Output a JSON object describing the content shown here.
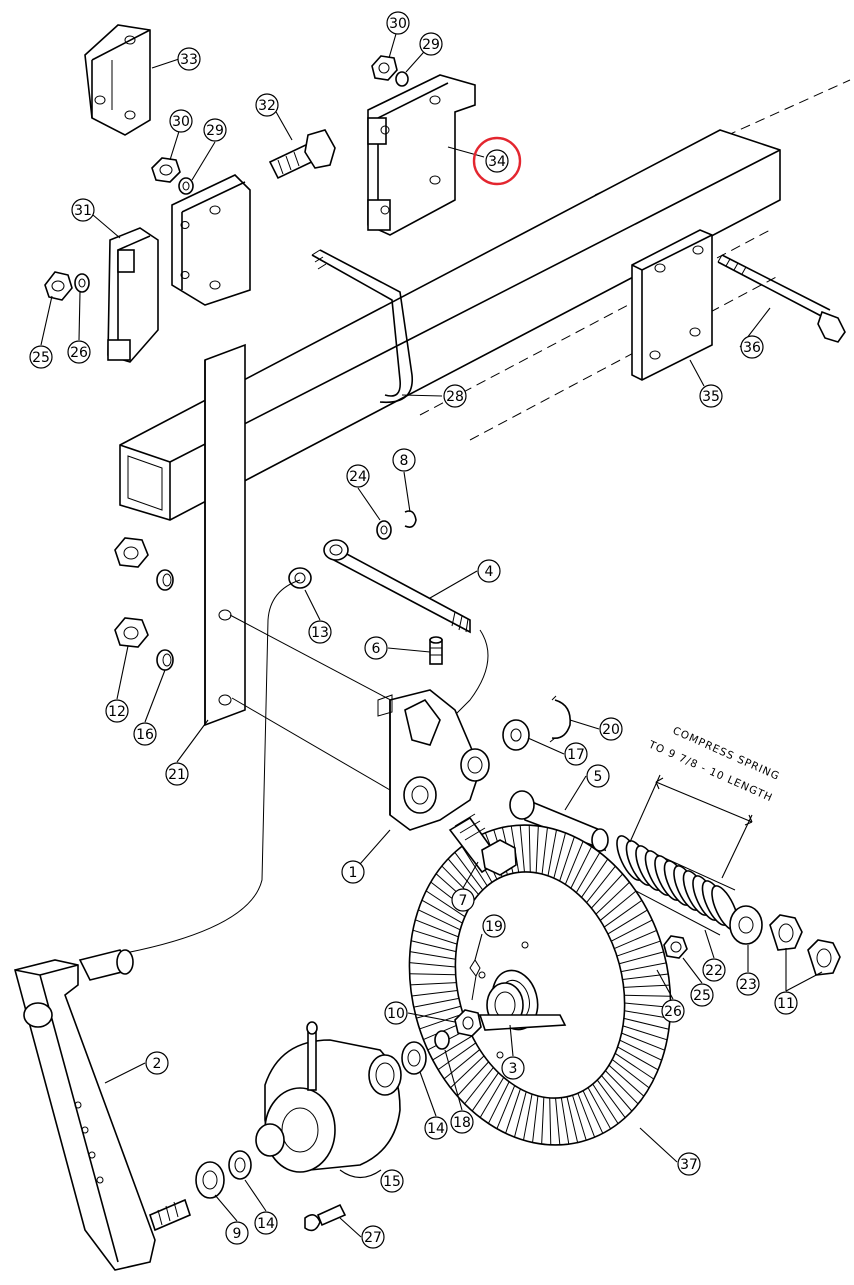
{
  "diagram": {
    "callouts": [
      "1",
      "2",
      "3",
      "4",
      "5",
      "6",
      "7",
      "8",
      "9",
      "10",
      "11",
      "12",
      "13",
      "14",
      "14",
      "15",
      "16",
      "17",
      "18",
      "19",
      "20",
      "21",
      "22",
      "23",
      "24",
      "25",
      "25",
      "26",
      "26",
      "27",
      "28",
      "29",
      "29",
      "30",
      "30",
      "31",
      "32",
      "33",
      "34",
      "35",
      "36",
      "37"
    ],
    "highlighted_callout": "34",
    "note_line1": "COMPRESS SPRING",
    "note_line2": "TO 9 7/8 - 10 LENGTH",
    "highlight_color": "#e3262f"
  }
}
